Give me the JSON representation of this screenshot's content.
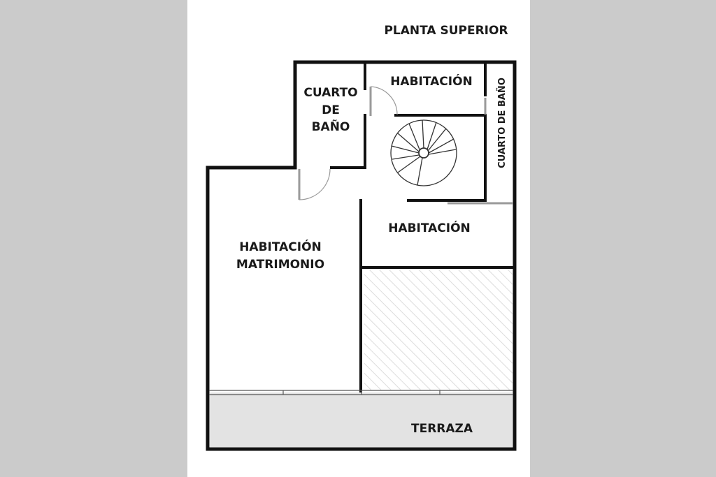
{
  "plan": {
    "title": "PLANTA SUPERIOR",
    "rooms": {
      "bath_left_line1": "CUARTO",
      "bath_left_line2": "DE",
      "bath_left_line3": "BAÑO",
      "bedroom_top": "HABITACIÓN",
      "bath_right": "CUARTO  DE  BAÑO",
      "bedroom_middle": "HABITACIÓN",
      "master_line1": "HABITACIÓN",
      "master_line2": "MATRIMONIO",
      "terrace": "TERRAZA"
    }
  },
  "colors": {
    "wall": "#111111",
    "terrace_fill": "#e3e3e3",
    "hatch": "#dcdcdc",
    "side_panel": "#cbcbcb"
  }
}
